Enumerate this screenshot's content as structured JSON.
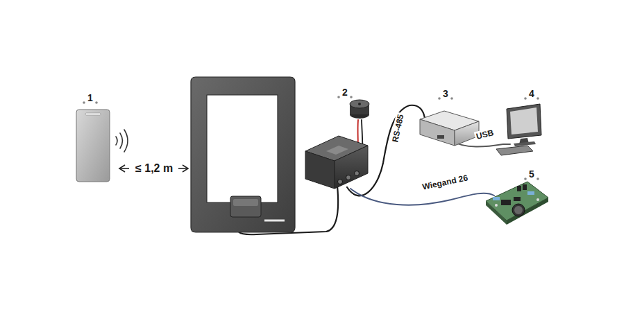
{
  "diagram": {
    "labels": [
      "1",
      "2",
      "3",
      "4",
      "5",
      "≤ 1,2 m",
      "RS-485",
      "USB",
      "Wiegand 26"
    ]
  }
}
